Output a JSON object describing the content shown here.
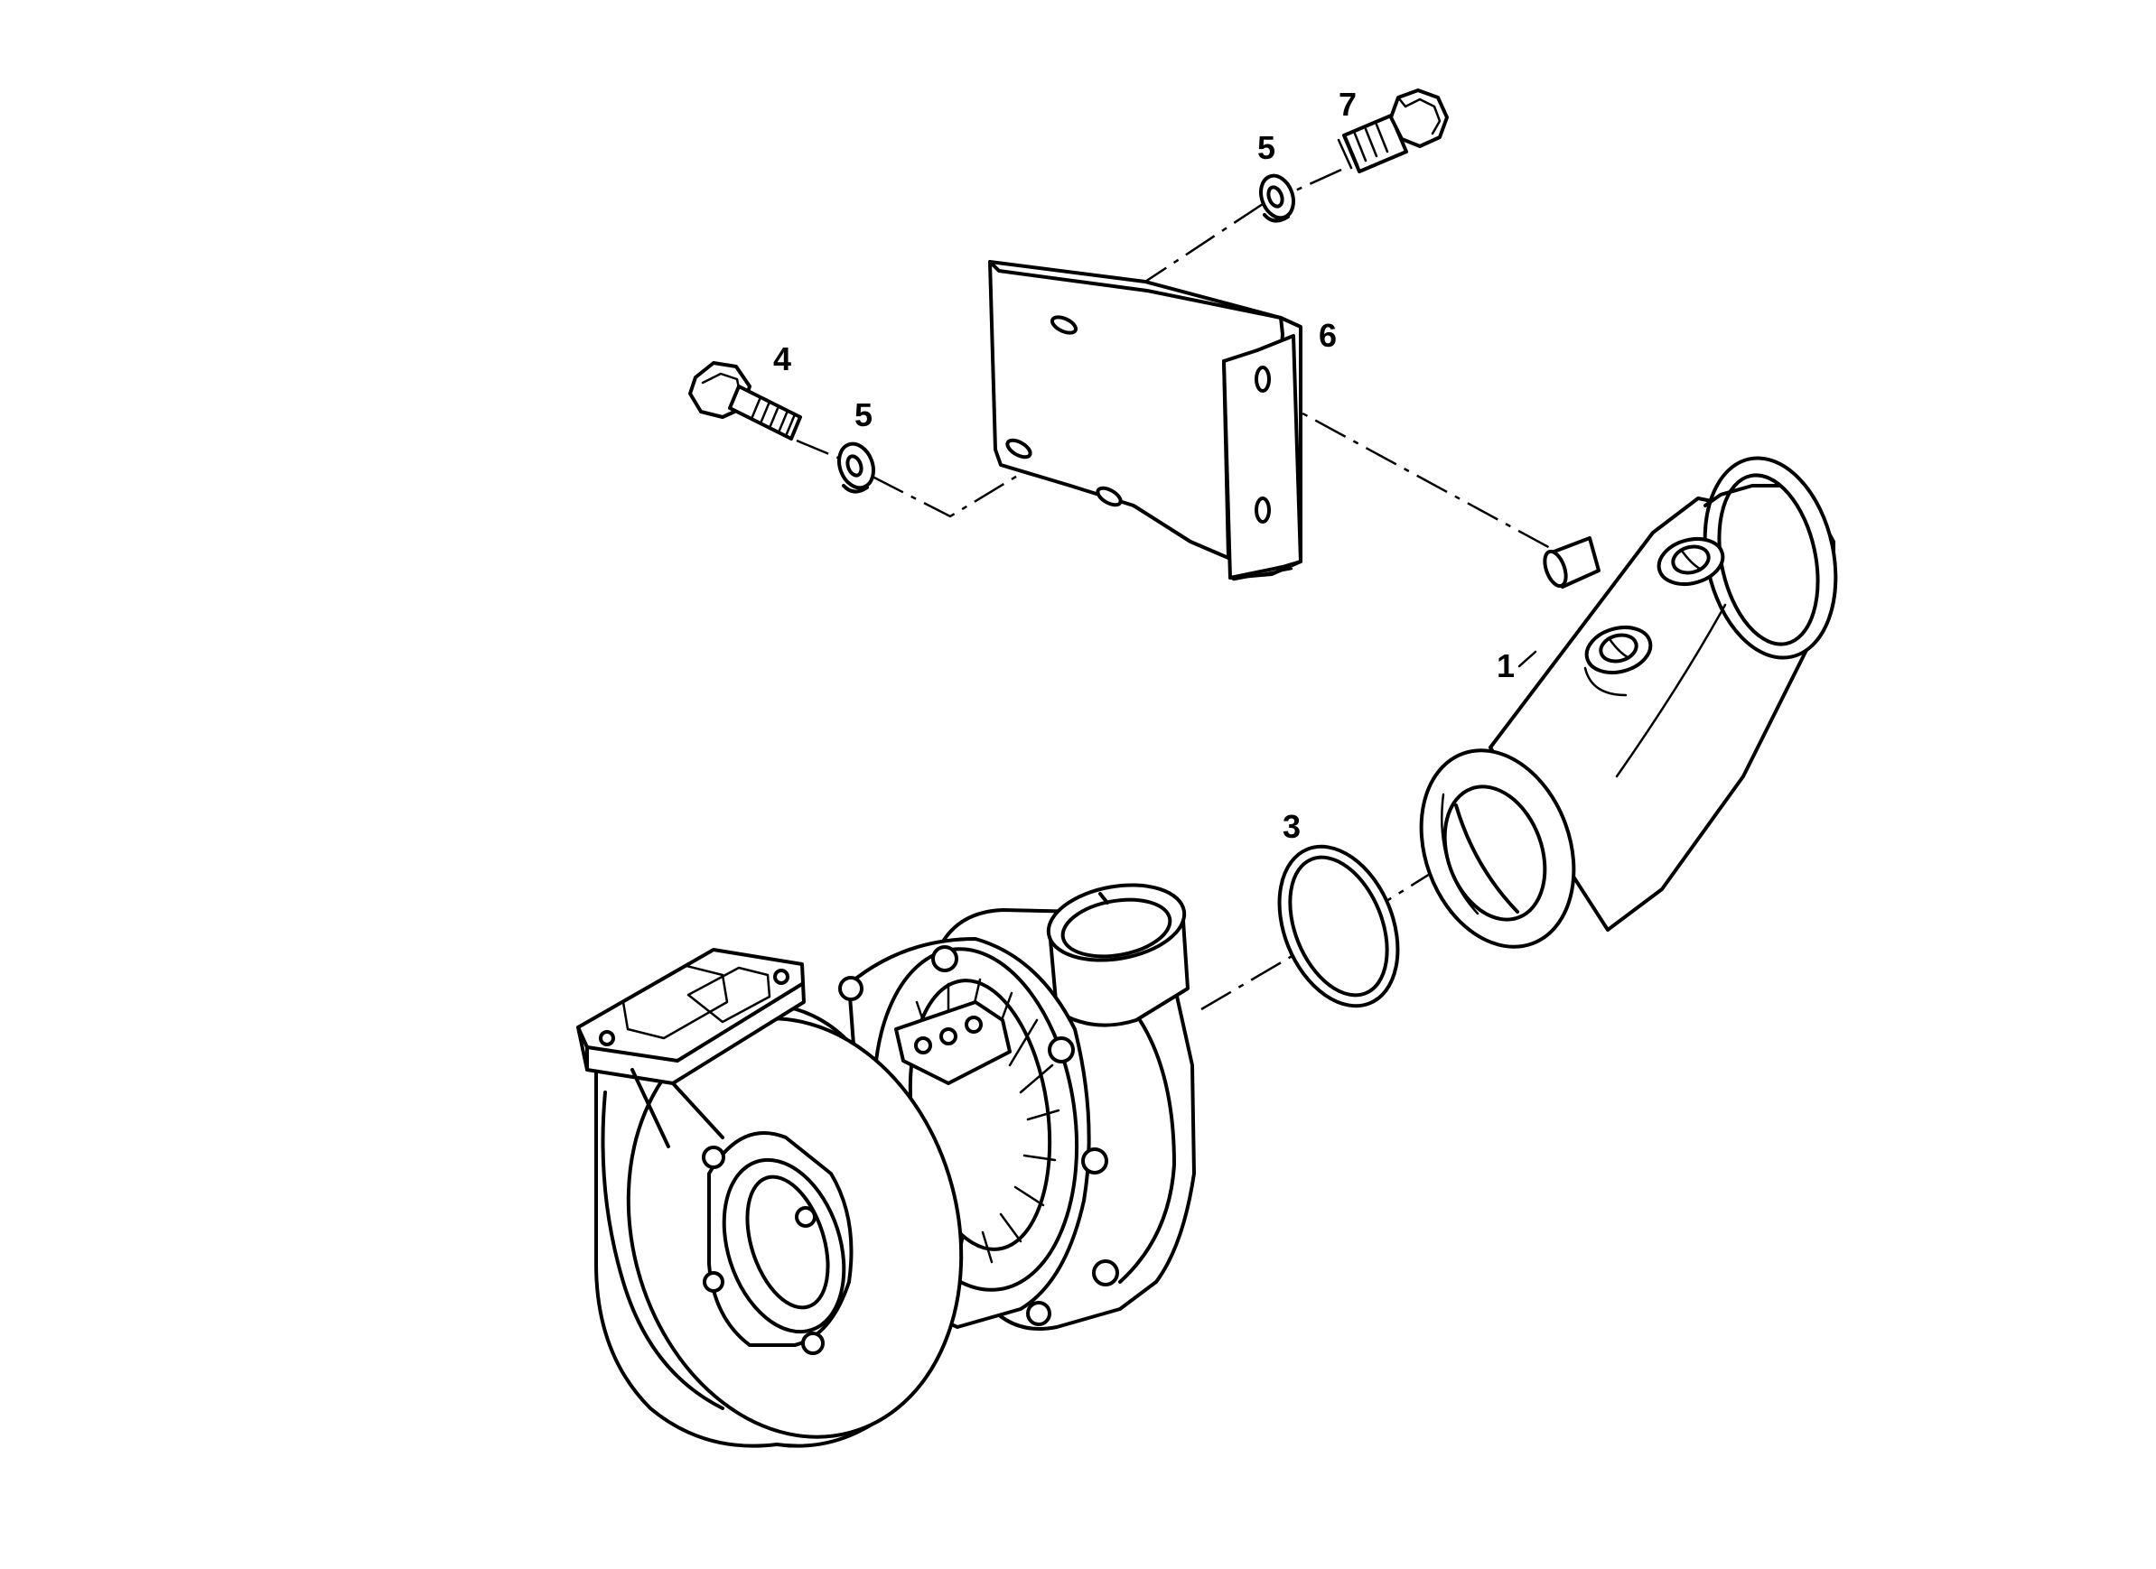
{
  "diagram": {
    "labels": [
      {
        "id": "part-1",
        "text": "1"
      },
      {
        "id": "part-3",
        "text": "3"
      },
      {
        "id": "part-4",
        "text": "4"
      },
      {
        "id": "part-5-upper",
        "text": "5"
      },
      {
        "id": "part-5-lower",
        "text": "5"
      },
      {
        "id": "part-6",
        "text": "6"
      },
      {
        "id": "part-7",
        "text": "7"
      }
    ]
  }
}
